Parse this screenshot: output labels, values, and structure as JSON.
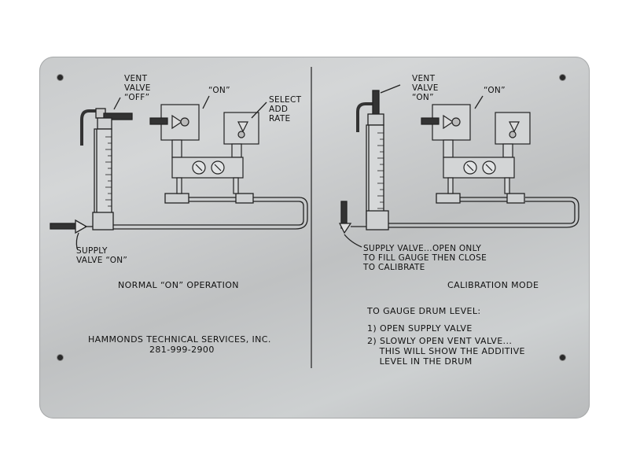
{
  "left": {
    "vent_label": "VENT\nVALVE\n“OFF”",
    "pump_on_label": "“ON”",
    "select_label": "SELECT\nADD\nRATE",
    "supply_label": "SUPPLY\nVALVE “ON”",
    "caption": "NORMAL “ON” OPERATION",
    "company_name": "HAMMONDS TECHNICAL SERVICES, INC.",
    "company_phone": "281-999-2900"
  },
  "right": {
    "vent_label": "VENT\nVALVE\n“ON”",
    "pump_on_label": "“ON”",
    "supply_label": "SUPPLY VALVE...OPEN ONLY\nTO FILL GAUGE THEN CLOSE\nTO CALIBRATE",
    "caption": "CALIBRATION MODE",
    "instructions_title": "TO GAUGE DRUM LEVEL:",
    "step1": "1) OPEN SUPPLY VALVE",
    "step2": "2) SLOWLY OPEN VENT VALVE...\n    THIS WILL SHOW THE ADDITIVE\n    LEVEL IN THE DRUM"
  },
  "colors": {
    "plate": "#c9cbcc",
    "ink": "#111111"
  }
}
